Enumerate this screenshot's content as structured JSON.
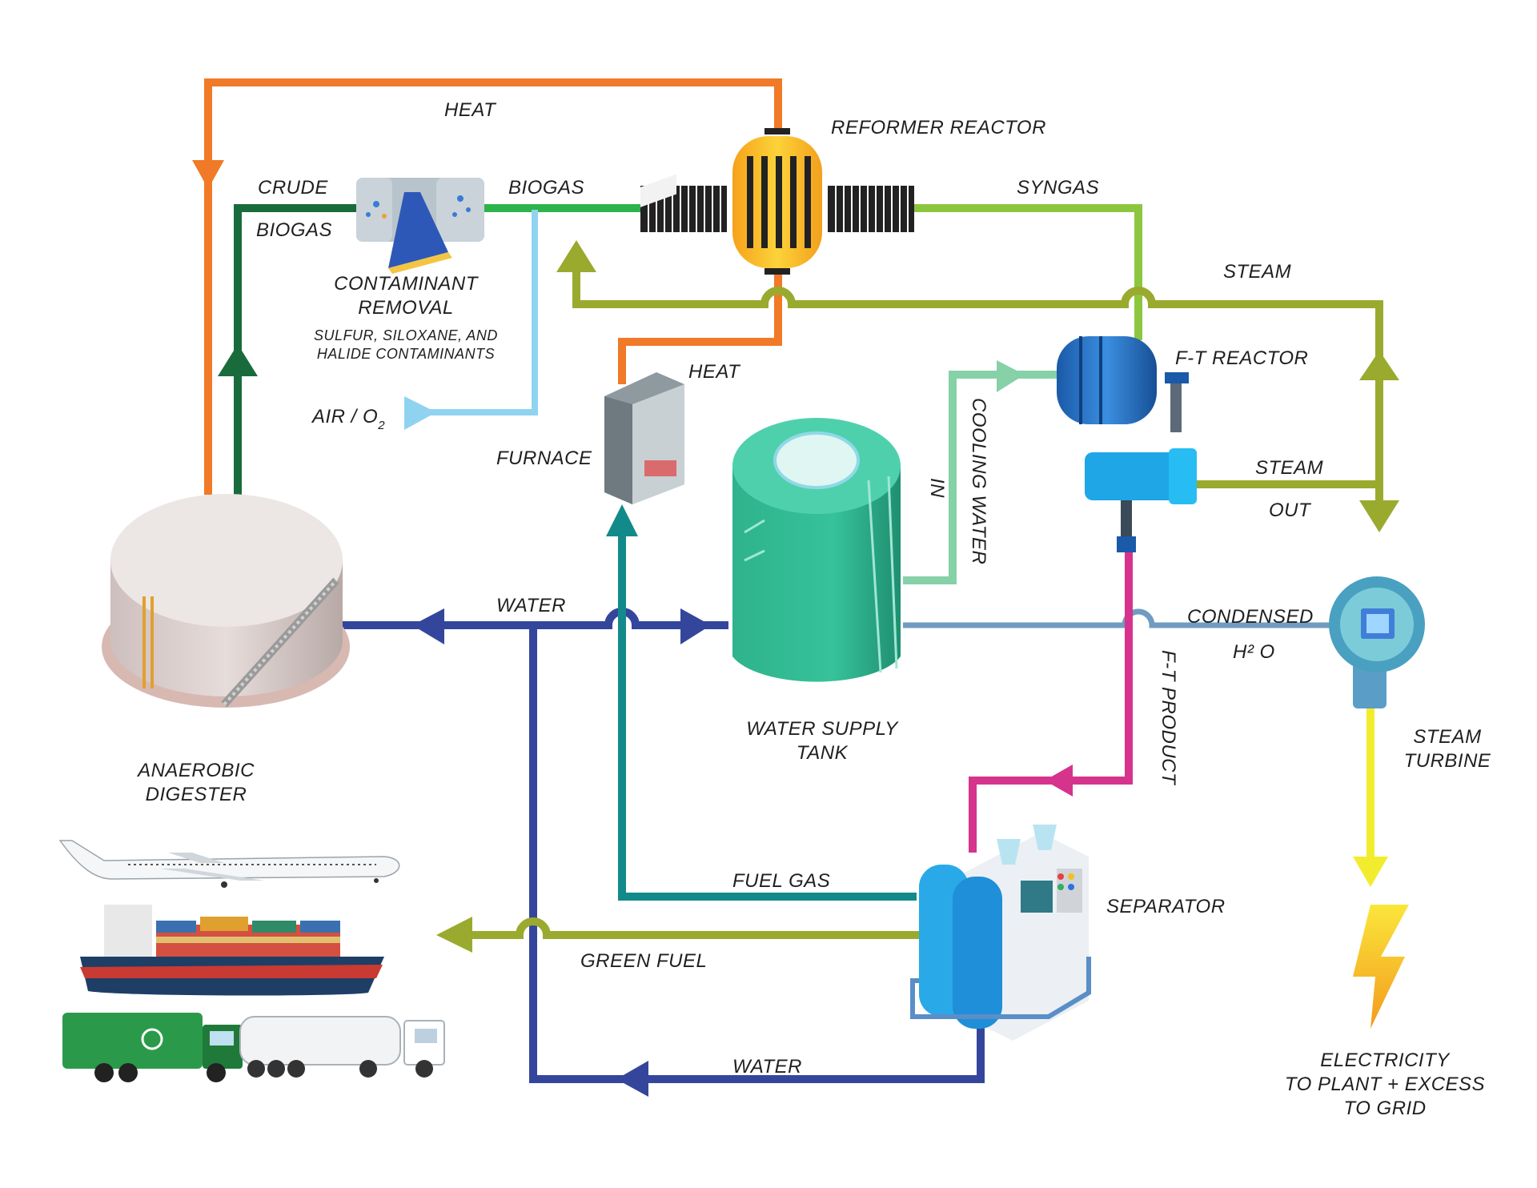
{
  "labels": {
    "heat_top": "HEAT",
    "reformer_reactor": "REFORMER REACTOR",
    "crude_1": "CRUDE",
    "crude_2": "BIOGAS",
    "biogas": "BIOGAS",
    "syngas": "SYNGAS",
    "steam_top": "STEAM",
    "contaminant_1": "CONTAMINANT",
    "contaminant_2": "REMOVAL",
    "contaminant_sub_1": "SULFUR, SILOXANE, AND",
    "contaminant_sub_2": "HALIDE CONTAMINANTS",
    "ft_reactor": "F-T REACTOR",
    "heat_furnace": "HEAT",
    "air": "AIR / O",
    "air_sub": "2",
    "furnace": "FURNACE",
    "cooling_water": "COOLING WATER",
    "in": "IN",
    "steam_mid": "STEAM",
    "out": "OUT",
    "water_mid": "WATER",
    "condensed": "CONDENSED",
    "h2o": "H² O",
    "ft_product": "F-T PRODUCT",
    "water_tank_1": "WATER SUPPLY",
    "water_tank_2": "TANK",
    "steam_turbine_1": "STEAM",
    "steam_turbine_2": "TURBINE",
    "anaerobic_1": "ANAEROBIC",
    "anaerobic_2": "DIGESTER",
    "fuel_gas": "FUEL GAS",
    "separator": "SEPARATOR",
    "green_fuel": "GREEN FUEL",
    "water_bottom": "WATER",
    "electricity_1": "ELECTRICITY",
    "electricity_2": "TO PLANT + EXCESS",
    "electricity_3": "TO GRID"
  },
  "colors": {
    "heat": "#f07a28",
    "crude_biogas": "#1a6b3c",
    "biogas": "#2db34a",
    "syngas": "#8cc63f",
    "steam": "#9aaa2e",
    "air": "#8fd3f0",
    "cooling": "#86d1a8",
    "water": "#34469c",
    "condensed": "#6f9cc0",
    "ft_product": "#d6338d",
    "fuel_gas": "#138a8a",
    "electric": "#f2ec2f"
  },
  "icons": [
    "anaerobic-digester-tank",
    "contaminant-removal-unit",
    "reformer-reactor",
    "furnace",
    "water-supply-tank",
    "ft-reactor",
    "steam-turbine",
    "separator",
    "airplane",
    "cargo-ship",
    "garbage-truck",
    "tanker-truck",
    "lightning-bolt-icon"
  ]
}
